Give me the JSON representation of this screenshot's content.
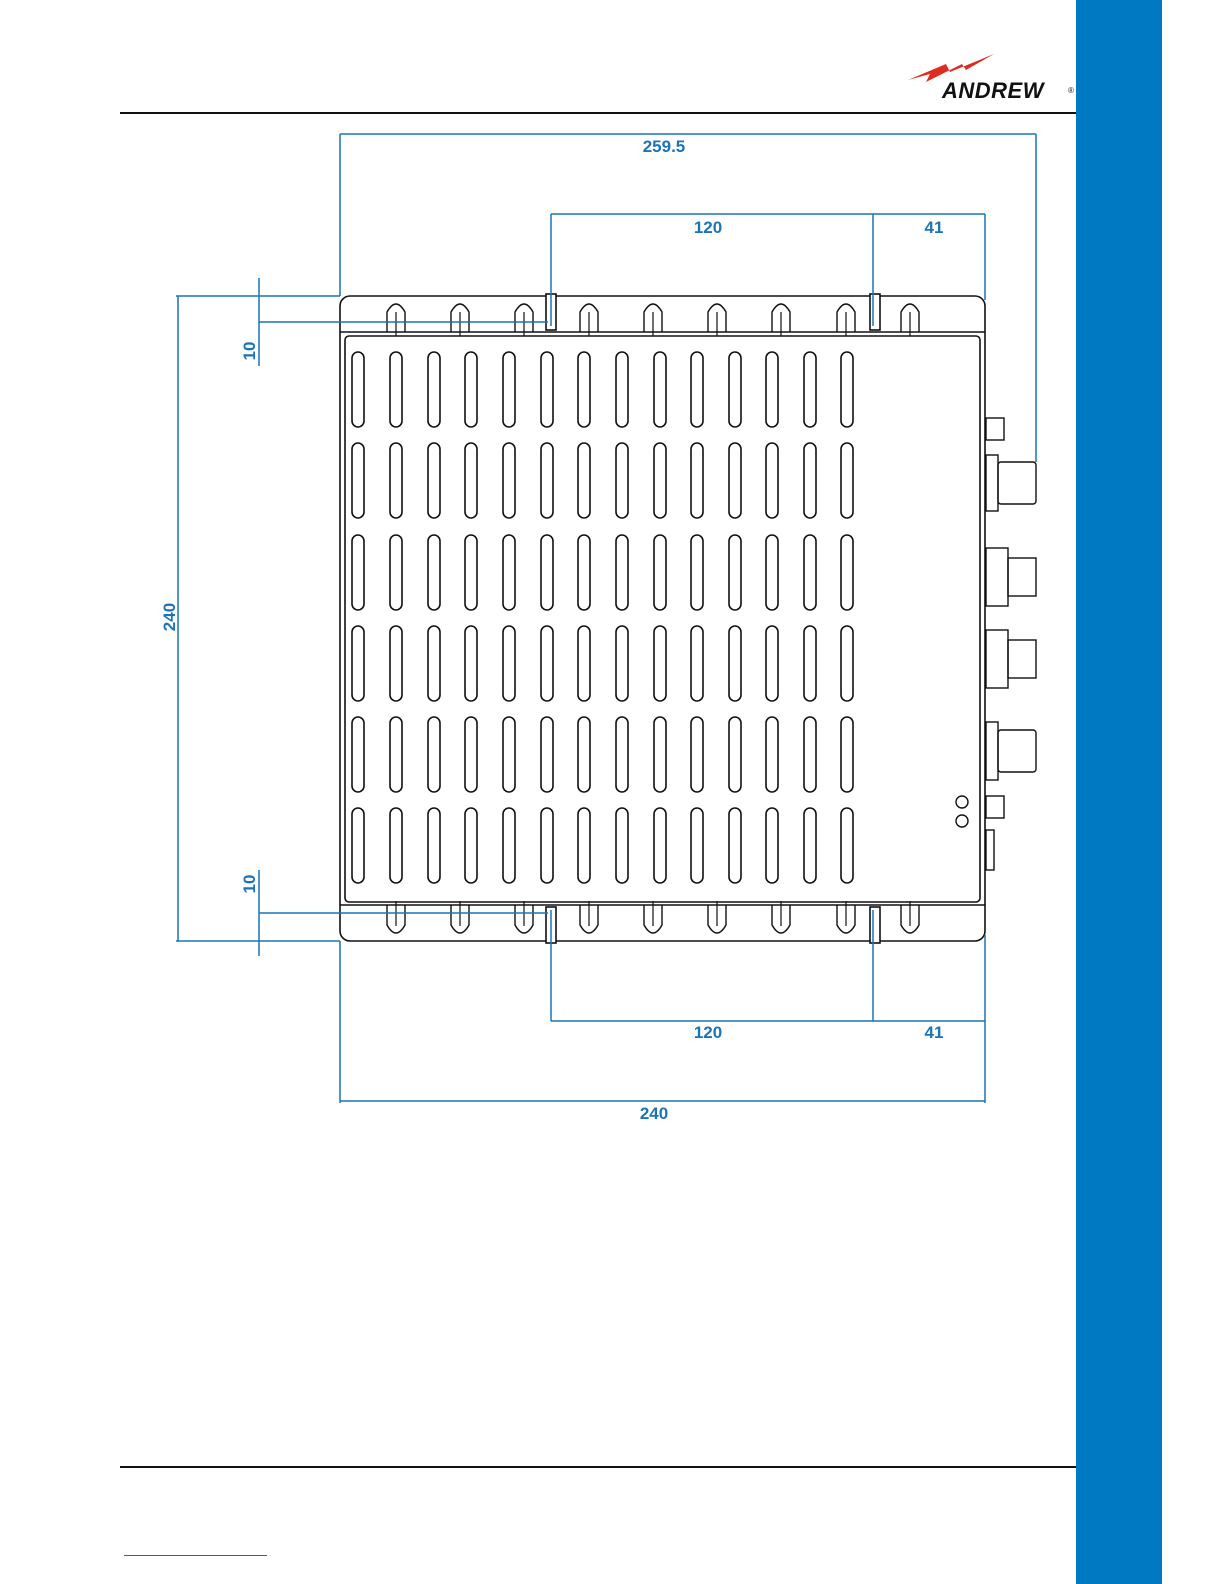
{
  "brand": {
    "name": "ANDREW",
    "reg": "®"
  },
  "colors": {
    "accent": "#0079c2",
    "dimension": "#1a74b8",
    "logo_red": "#e02b20",
    "ink": "#111111"
  },
  "dimensions": {
    "overall_width_with_connectors": "259.5",
    "top_segment_middle": "120",
    "top_segment_right": "41",
    "height": "240",
    "flange_top": "10",
    "flange_bottom": "10",
    "bottom_segment_middle": "120",
    "bottom_segment_right": "41",
    "base_width": "240"
  }
}
